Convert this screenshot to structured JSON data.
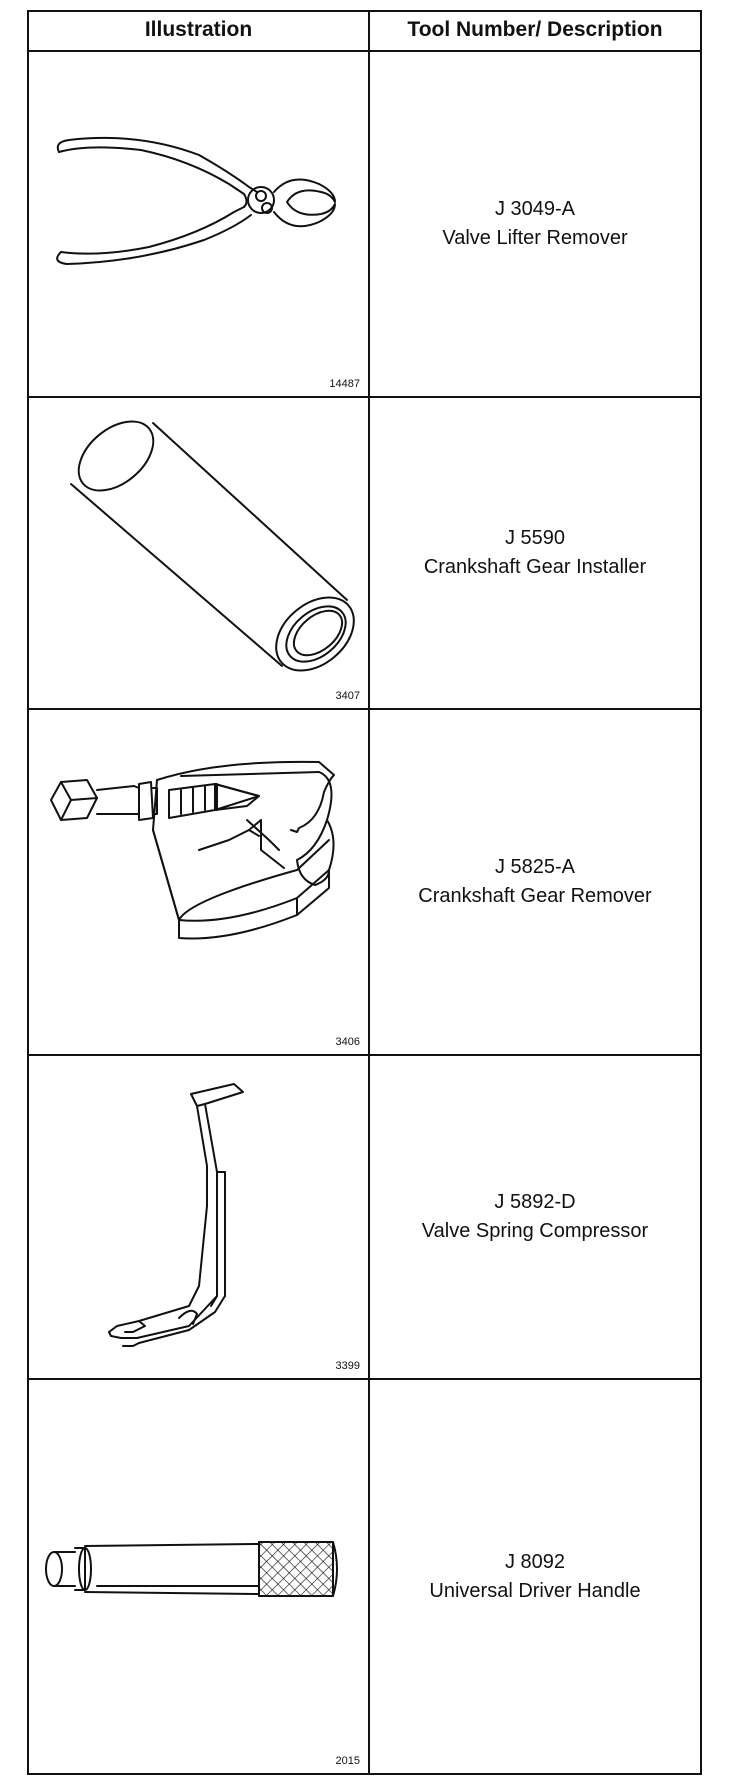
{
  "header": {
    "col1": "Illustration",
    "col2": "Tool Number/ Description"
  },
  "rows": [
    {
      "figure": "14487",
      "tool_number": "J 3049-A",
      "description": "Valve Lifter Remover",
      "icon": "pliers-icon"
    },
    {
      "figure": "3407",
      "tool_number": "J 5590",
      "description": "Crankshaft Gear Installer",
      "icon": "tube-icon"
    },
    {
      "figure": "3406",
      "tool_number": "J 5825-A",
      "description": "Crankshaft Gear Remover",
      "icon": "puller-icon"
    },
    {
      "figure": "3399",
      "tool_number": "J 5892-D",
      "description": "Valve Spring Compressor",
      "icon": "lever-icon"
    },
    {
      "figure": "2015",
      "tool_number": "J 8092",
      "description": "Universal Driver Handle",
      "icon": "driver-handle-icon"
    }
  ]
}
